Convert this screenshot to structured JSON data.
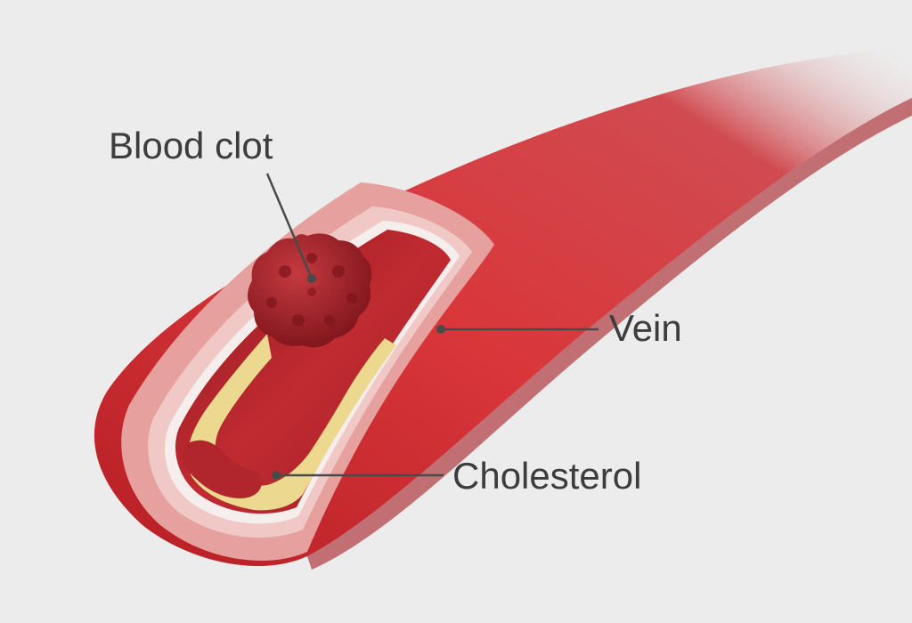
{
  "labels": {
    "blood_clot": "Blood clot",
    "vein": "Vein",
    "cholesterol": "Cholesterol"
  },
  "colors": {
    "background": "#ececec",
    "vessel_wall": "#cf2a2d",
    "vessel_cut_face": "#e6a09d",
    "lumen": "#b8242a",
    "cholesterol": "#ecd98f",
    "clot": "#a8242c",
    "leader_line": "#4a4a4a",
    "label_text": "#3d3d3d"
  }
}
